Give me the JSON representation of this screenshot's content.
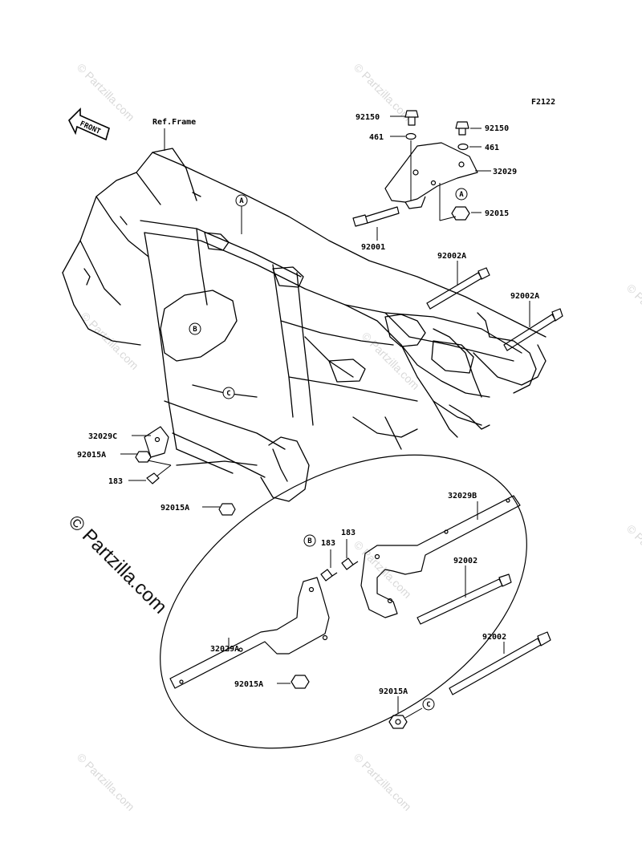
{
  "code": "F2122",
  "front_label": "FRONT",
  "ref_frame": "Ref.Frame",
  "watermark": "© Partzilla.com",
  "callouts": {
    "a": "A",
    "b": "B",
    "c": "C"
  },
  "parts": {
    "p92150_left": "92150",
    "p92150_right": "92150",
    "p461_left": "461",
    "p461_right": "461",
    "p32029": "32029",
    "p92015": "92015",
    "p92001": "92001",
    "p92002A_1": "92002A",
    "p92002A_2": "92002A",
    "p32029C": "32029C",
    "p92015A_1": "92015A",
    "p183_1": "183",
    "p92015A_2": "92015A",
    "p32029B": "32029B",
    "p183_2": "183",
    "p183_3": "183",
    "p92002_1": "92002",
    "p32029A": "32029A",
    "p92002_2": "92002",
    "p92015A_3": "92015A",
    "p92015A_4": "92015A"
  }
}
